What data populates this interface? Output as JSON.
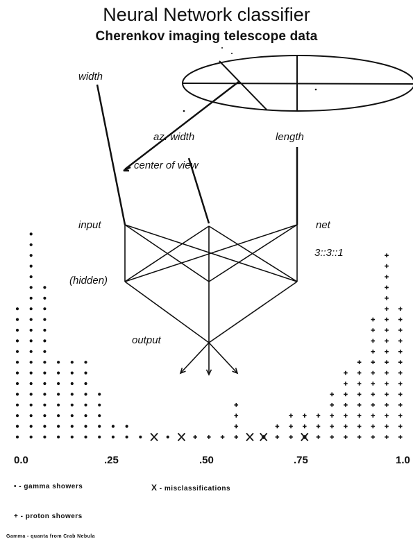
{
  "title": "Neural Network classifier",
  "subtitle": "Cherenkov imaging telescope data",
  "diagram": {
    "labels": {
      "width": "width",
      "az_width": "az. width",
      "length": "length",
      "center_of_view": "center of view",
      "input": "input",
      "hidden": "(hidden)",
      "output": "output",
      "net": "net",
      "net_arch": "3::3::1"
    }
  },
  "chart_data": {
    "type": "dot-histogram",
    "x_ticks": [
      "0.0",
      ".25",
      ".50",
      ".75",
      "1.0"
    ],
    "xlim": [
      0.0,
      1.0
    ],
    "series": [
      {
        "name": "gamma showers",
        "marker": "•",
        "columns": [
          {
            "x": 0.0,
            "count": 13
          },
          {
            "x": 0.035,
            "count": 20
          },
          {
            "x": 0.07,
            "count": 15
          },
          {
            "x": 0.105,
            "count": 8
          },
          {
            "x": 0.14,
            "count": 8
          },
          {
            "x": 0.175,
            "count": 8
          },
          {
            "x": 0.21,
            "count": 5
          },
          {
            "x": 0.245,
            "count": 2
          },
          {
            "x": 0.28,
            "count": 2
          },
          {
            "x": 0.315,
            "count": 1
          },
          {
            "x": 0.385,
            "count": 1
          }
        ]
      },
      {
        "name": "proton showers",
        "marker": "+",
        "columns": [
          {
            "x": 0.455,
            "count": 1
          },
          {
            "x": 0.49,
            "count": 1
          },
          {
            "x": 0.525,
            "count": 1
          },
          {
            "x": 0.56,
            "count": 4
          },
          {
            "x": 0.63,
            "count": 1
          },
          {
            "x": 0.665,
            "count": 2
          },
          {
            "x": 0.7,
            "count": 3
          },
          {
            "x": 0.735,
            "count": 3
          },
          {
            "x": 0.77,
            "count": 3
          },
          {
            "x": 0.805,
            "count": 5
          },
          {
            "x": 0.84,
            "count": 7
          },
          {
            "x": 0.875,
            "count": 8
          },
          {
            "x": 0.91,
            "count": 12
          },
          {
            "x": 0.945,
            "count": 18
          },
          {
            "x": 0.98,
            "count": 13
          }
        ]
      },
      {
        "name": "misclassifications",
        "marker": "X",
        "columns": [
          {
            "x": 0.35,
            "count": 1
          },
          {
            "x": 0.42,
            "count": 1
          },
          {
            "x": 0.595,
            "count": 1
          },
          {
            "x": 0.63,
            "count": 1
          },
          {
            "x": 0.735,
            "count": 1
          }
        ]
      }
    ]
  },
  "legend": [
    {
      "marker": "•",
      "text": "- gamma showers"
    },
    {
      "marker": "X",
      "text": "- misclassifications"
    },
    {
      "marker": "+",
      "text": "- proton showers"
    }
  ],
  "footnote": "Gamma - quanta from Crab Nebula"
}
